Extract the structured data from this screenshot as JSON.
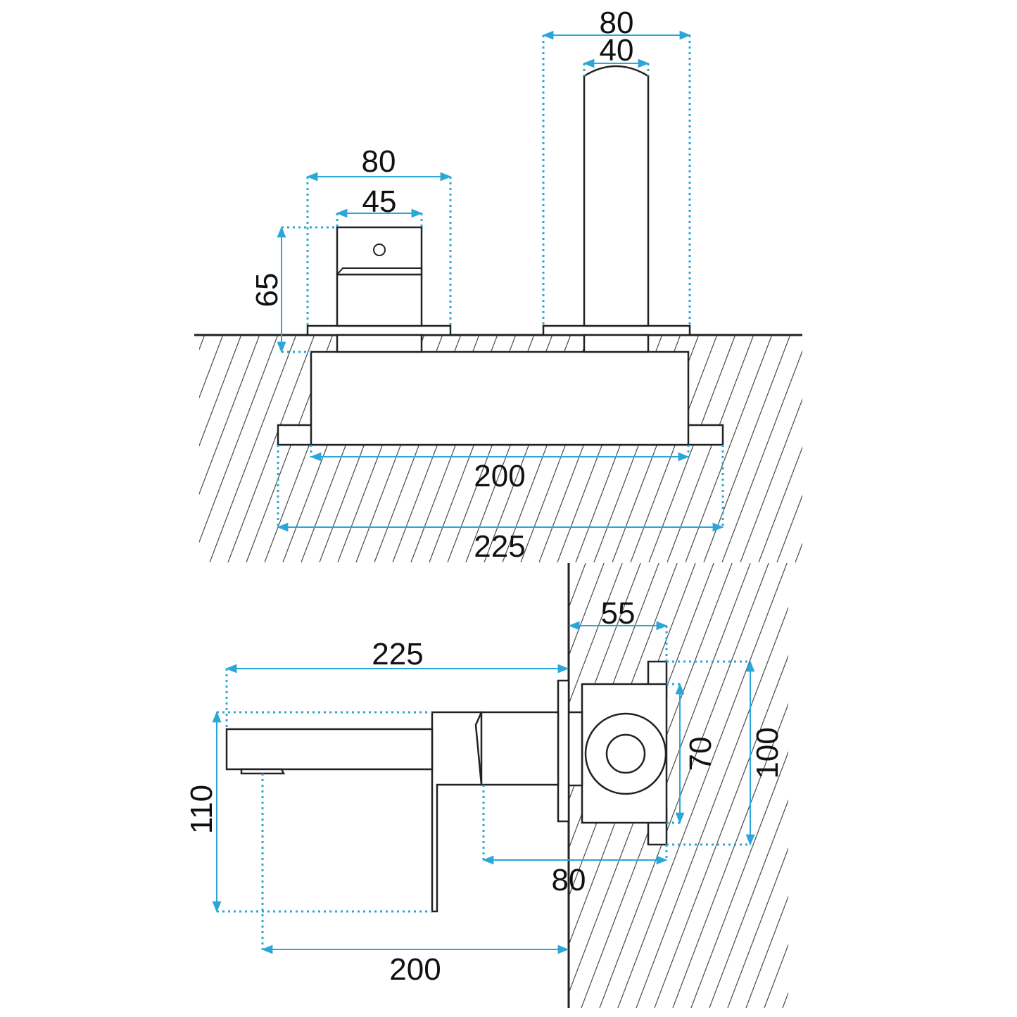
{
  "colors": {
    "dimension": "#2aa7d8",
    "outline": "#222222",
    "hatch": "#4a4a4a",
    "background": "#ffffff"
  },
  "front_view": {
    "spout_outer_width": "80",
    "spout_inner_width": "40",
    "handle_outer_width": "80",
    "handle_inner_width": "45",
    "handle_height": "65",
    "body_width": "200",
    "plate_width": "225"
  },
  "side_view": {
    "spout_length": "225",
    "wall_depth": "55",
    "box_height": "70",
    "cap_height": "100",
    "spout_height": "110",
    "body_depth": "80",
    "outlet_distance": "200"
  }
}
